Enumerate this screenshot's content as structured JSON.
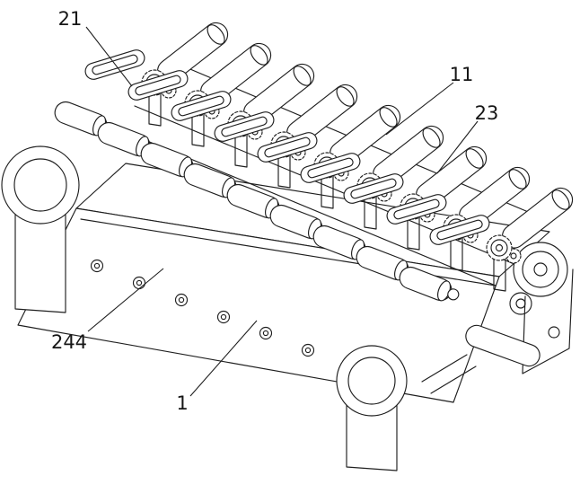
{
  "figure": {
    "kind": "patent-line-drawing",
    "background_color": "#ffffff",
    "line_color": "#1f1f1f",
    "labels": [
      {
        "id": "21",
        "text": "21"
      },
      {
        "id": "11",
        "text": "11"
      },
      {
        "id": "23",
        "text": "23"
      },
      {
        "id": "244",
        "text": "244"
      },
      {
        "id": "1",
        "text": "1"
      }
    ]
  }
}
